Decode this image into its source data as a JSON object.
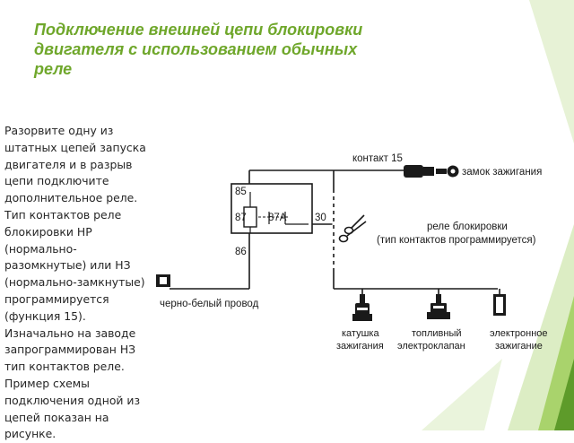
{
  "slide": {
    "title_line1": "Подключение внешней цепи блокировки",
    "title_line2": "двигателя с использованием обычных",
    "title_line3": "реле",
    "body_lines": [
      "Разорвите одну из",
      "штатных цепей запуска",
      "двигателя и в разрыв",
      "цепи подключите",
      "дополнительное реле.",
      "Тип контактов реле",
      "блокировки НР",
      "(нормально-",
      "разомкнутые) или НЗ",
      "(нормально-замкнутые)",
      "программируется",
      "(функция 15).",
      "Изначально на заводе",
      "запрограммирован НЗ",
      "тип контактов реле.",
      "Пример схемы",
      "подключения одной из",
      "цепей показан на",
      "рисунке."
    ]
  },
  "diagram": {
    "contact_label": "контакт 15",
    "ignition_lock_label": "замок зажигания",
    "pin_85": "85",
    "pin_87": "87",
    "pin_87a": "87А",
    "pin_30": "30",
    "pin_86": "86",
    "relay_label_line1": "реле блокировки",
    "relay_label_line2": "(тип контактов программируется)",
    "black_white_wire_label": "черно-белый провод",
    "coil_label_line1": "катушка",
    "coil_label_line2": "зажигания",
    "fuel_valve_label_line1": "топливный",
    "fuel_valve_label_line2": "электроклапан",
    "electronic_ignition_label_line1": "электронное",
    "electronic_ignition_label_line2": "зажигание"
  },
  "colors": {
    "title": "#6fa72b",
    "accent_green_light": "#c8e49a",
    "accent_green": "#8fc447",
    "accent_green_dark": "#4f8f1f"
  }
}
